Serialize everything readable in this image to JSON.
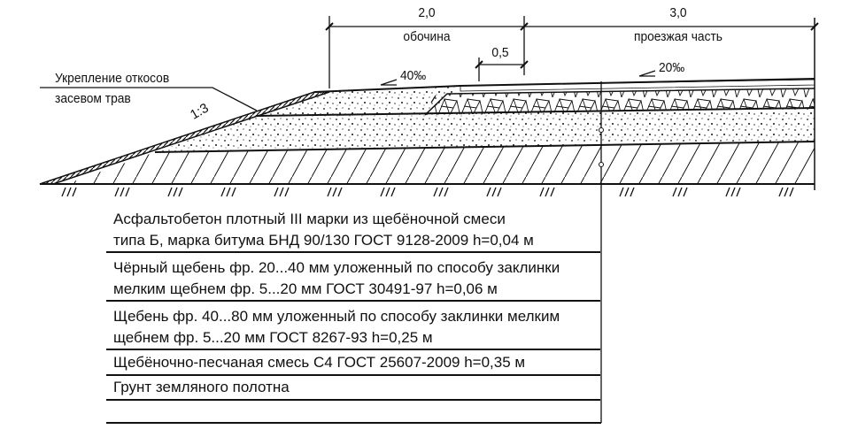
{
  "drawing": {
    "dimensions": {
      "shoulder_width": "2,0",
      "shoulder_label": "обочина",
      "roadway_width": "3,0",
      "roadway_label": "проезжая часть",
      "edge_strip": "0,5"
    },
    "slopes": {
      "shoulder_slope": "40‰",
      "roadway_slope": "20‰",
      "embankment_slope": "1:3"
    },
    "callout": {
      "line1": "Укрепление откосов",
      "line2": "засевом трав"
    }
  },
  "legend": [
    {
      "line1": "Асфальтобетон плотный III марки из щебёночной смеси",
      "line2": "типа Б, марка битума БНД 90/130 ГОСТ 9128-2009 h=0,04 м"
    },
    {
      "line1": "Чёрный щебень фр. 20...40 мм уложенный по способу заклинки",
      "line2": "мелким щебнем фр. 5...20 мм ГОСТ 30491-97 h=0,06 м"
    },
    {
      "line1": "Щебень фр. 40...80 мм уложенный по способу заклинки мелким",
      "line2": "щебнем фр. 5...20 мм ГОСТ 8267-93 h=0,25 м"
    },
    {
      "line1": "Щебёночно-песчаная смесь С4 ГОСТ 25607-2009 h=0,35 м"
    },
    {
      "line1": "Грунт земляного полотна"
    }
  ]
}
